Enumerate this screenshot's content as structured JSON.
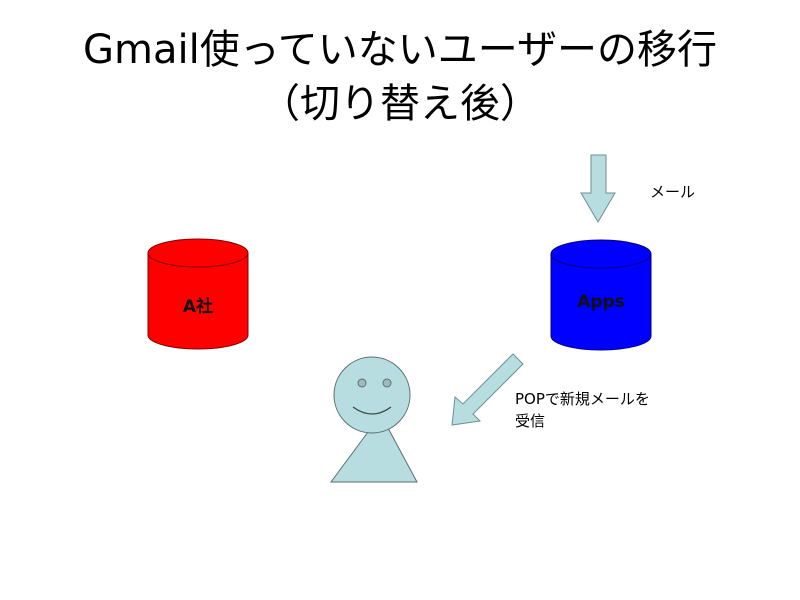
{
  "title": {
    "line1": "Gmail使っていないユーザーの移行",
    "line2": "（切り替え後）"
  },
  "nodes": {
    "company_db": {
      "label": "A社",
      "color": "#ff0000"
    },
    "apps_db": {
      "label": "Apps",
      "color": "#0000ff"
    },
    "user": {
      "color": "#b7dde0"
    }
  },
  "edges": {
    "incoming_mail": {
      "label": "メール",
      "color": "#b7dde0"
    },
    "pop_receive": {
      "label_line1": "POPで新規メールを",
      "label_line2": "受信",
      "color": "#b7dde0"
    }
  }
}
